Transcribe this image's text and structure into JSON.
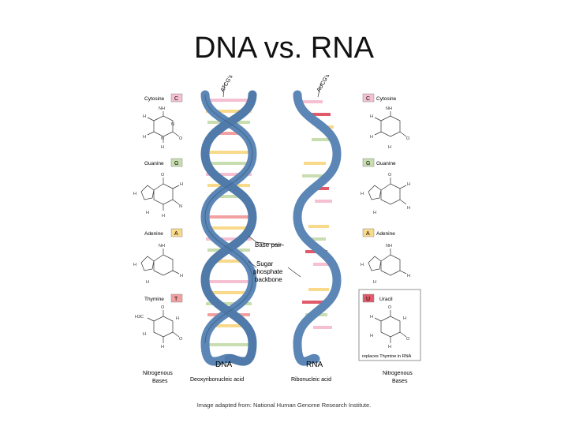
{
  "title": "DNA vs. RNA",
  "dna": {
    "top_label": "ATCG's",
    "name": "DNA",
    "full_name": "Deoxyribonucleic acid",
    "bases": [
      {
        "name": "Cytosine",
        "letter": "C",
        "color": "#f4c0d2"
      },
      {
        "name": "Guanine",
        "letter": "G",
        "color": "#c8ddb0"
      },
      {
        "name": "Adenine",
        "letter": "A",
        "color": "#f9d98a"
      },
      {
        "name": "Thymine",
        "letter": "T",
        "color": "#f2a0a0"
      }
    ]
  },
  "rna": {
    "top_label": "AUCG's",
    "name": "RNA",
    "full_name": "Ribonucleic acid",
    "bases": [
      {
        "name": "Cytosine",
        "letter": "C",
        "color": "#f4c0d2"
      },
      {
        "name": "Guanine",
        "letter": "G",
        "color": "#c8ddb0"
      },
      {
        "name": "Adenine",
        "letter": "A",
        "color": "#f9d98a"
      },
      {
        "name": "Uracil",
        "letter": "U",
        "color": "#e05a6a"
      }
    ],
    "uracil_note": "replaces Thymine in RNA"
  },
  "callouts": {
    "base_pair": "Base pair",
    "backbone_line1": "Sugar",
    "backbone_line2": "phosphate",
    "backbone_line3": "backbone"
  },
  "footer": {
    "left_line1": "Nitrogenous",
    "left_line2": "Bases",
    "right_line1": "Nitrogenous",
    "right_line2": "Bases"
  },
  "atoms": {
    "nh2": "NH",
    "n": "N",
    "h": "H",
    "o": "O",
    "c": "C",
    "ch3": "H3C"
  },
  "colors": {
    "backbone": "#5b86b5",
    "backbone_edge": "#3f6790"
  },
  "credit": "Image adapted from: National Human Genome Research Institute."
}
